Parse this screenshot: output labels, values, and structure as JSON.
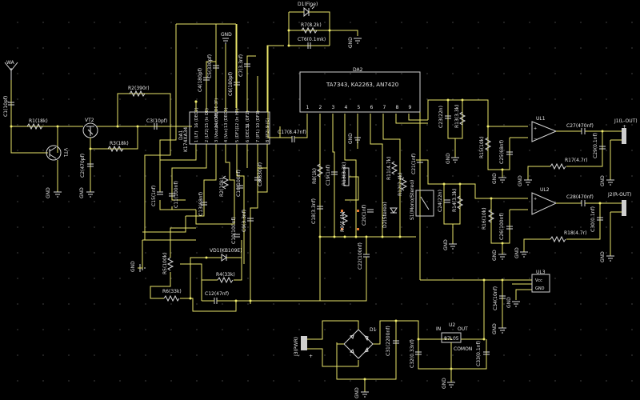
{
  "title": "Radio receiver schematic",
  "colors": {
    "background": "#000000",
    "wire": "#e8e46a",
    "component": "#d8d8d8",
    "label": "#e6e6e6",
    "selection": "#e8772e"
  },
  "labels": {
    "antenna": "WA",
    "C1": "C1(10pf)",
    "R1": "R1(18k)",
    "VT1": "VT1",
    "VT2": "VT2",
    "R2": "R2(390r)",
    "R3": "R3(18k)",
    "C2": "C2(470pf)",
    "C3": "C3(10pf)",
    "C4": "C4(180pf)",
    "C5": "C5(330pf)",
    "C6": "C6(180pf)",
    "C7": "C7(3.3nf)",
    "C8": "C8(330pf)",
    "C9": "C9(3.3nf)",
    "C10": "C10(100nf)",
    "C11": "C11(100nf)",
    "C12": "C12(47nf)",
    "C13": "C13(68nf)",
    "C15": "C15(1nf)",
    "C16": "C16(100nf)",
    "C17": "C17(8.47nf)",
    "C18": "C18(3.3nf)",
    "C19": "C19(1nf)",
    "C20": "C20(1nf)",
    "C21": "C21(1nf)",
    "C22": "C22(100nf)",
    "C23": "C23(22n)",
    "C24": "C24(22n)",
    "C25": "C25(68nf)",
    "C26": "C26(100nf)",
    "C27": "C27(470nf)",
    "C28": "C28(470nf)",
    "C29": "C29(0.1nf)",
    "C30": "C30(0.1nf)",
    "C31": "C31(2200nf)",
    "C32": "C32(0.33nf)",
    "C33": "C33(0.1nf)",
    "C34": "C34(10nf)",
    "CT6": "CT6(0.1mk)",
    "D1_top": "D1(Fine)",
    "R7": "R7(8.2k)",
    "R4": "R4(33k)",
    "R5": "R5(100k)",
    "R6": "R6(33k)",
    "R8": "R8(1k)",
    "R9": "R9(5.6k)",
    "R10": "R10(4.7k)",
    "R11": "R11(4.7k)",
    "R12": "R12(2.4k)",
    "R13": "R13(3.3k)",
    "R14": "R14(3.3k)",
    "R15": "R15(10k)",
    "R16": "R16(10k)",
    "R17": "R17(4.7r)",
    "R18": "R18(4.7r)",
    "R2pot": "R2(10k)",
    "VD1": "VD1(KB109E)",
    "D2": "D2(Stereo)",
    "S1": "S1(Mono/Stereo)",
    "DA1_name": "DA1",
    "DA1_part": "K174XA34",
    "DA1_pins_bottom": [
      "1 (LF)",
      "2 (LF2)",
      "3 (Vout/out 3F)",
      "4 (Vcc)",
      "5 (DF1)",
      "6 (DEC3)",
      "7 (IF1)",
      "8 (IF2)"
    ],
    "DA1_pins_top": [
      "16 (DEC2)",
      "15 (ln DE)",
      "14 (Out/DE 3F)",
      "13 (DEC1)",
      "12 (ln HF)",
      "11 (DF2)",
      "10 (DF3)",
      "9 (C)"
    ],
    "DA2_name": "DA2",
    "DA2_part": "TA7343, KA2263, AN7420",
    "DA2_pins": [
      "1",
      "2",
      "3",
      "4",
      "5",
      "6",
      "7",
      "8",
      "9"
    ],
    "UL1": "UL1",
    "UL2": "UL2",
    "UL3": "UL3",
    "UL3_vcc": "Vcc",
    "UL3_gnd": "GND",
    "J1": "J1(L-OUT)",
    "J2": "J2(R-OUT)",
    "J3": "J3(PWR)",
    "D1_bridge": "D1",
    "U2": "U2",
    "U2_part": "87L05",
    "U2_in": "IN",
    "U2_out": "OUT",
    "U2_common": "COMON",
    "gnd": "GND",
    "plus": "+"
  }
}
